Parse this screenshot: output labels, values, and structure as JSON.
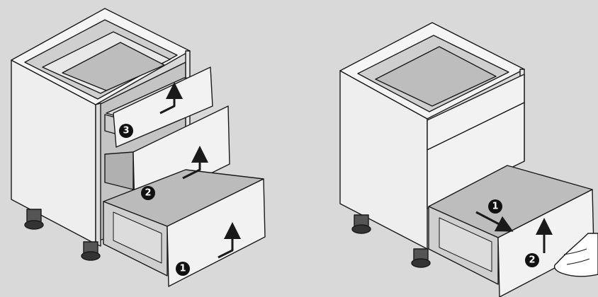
{
  "colors": {
    "background": "#d9d9d9",
    "panel_front": "#f2f2f2",
    "panel_side": "#e6e6e6",
    "panel_inside": "#b8b8b8",
    "outline": "#1a1a1a",
    "badge": "#111111"
  },
  "left_figure": {
    "steps": [
      {
        "number": "1",
        "icon": "arrow-up-icon"
      },
      {
        "number": "2",
        "icon": "arrow-up-icon"
      },
      {
        "number": "3",
        "icon": "arrow-up-icon"
      }
    ]
  },
  "right_figure": {
    "steps": [
      {
        "number": "1",
        "icon": "arrow-diagonal-icon"
      },
      {
        "number": "2",
        "icon": "arrow-up-icon"
      }
    ]
  }
}
